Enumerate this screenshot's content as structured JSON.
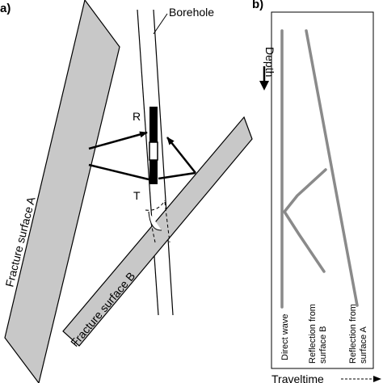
{
  "panel_a": {
    "label": "a)",
    "borehole_label": "Borehole",
    "receiver_label": "R",
    "transmitter_label": "T",
    "surface_a_label": "Fracture surface A",
    "surface_b_label": "Fracture surface B"
  },
  "panel_b": {
    "label": "b)",
    "depth_label": "Depth",
    "traveltime_label": "Traveltime",
    "legend": {
      "direct": "Direct wave",
      "refl_b_line1": "Reflection from",
      "refl_b_line2": "surface B",
      "refl_a_line1": "Reflection from",
      "refl_a_line2": "surface A"
    }
  },
  "colors": {
    "fracture_fill": "#c8c8c8",
    "trace_gray": "#8a8a8a",
    "ink": "#000000"
  }
}
